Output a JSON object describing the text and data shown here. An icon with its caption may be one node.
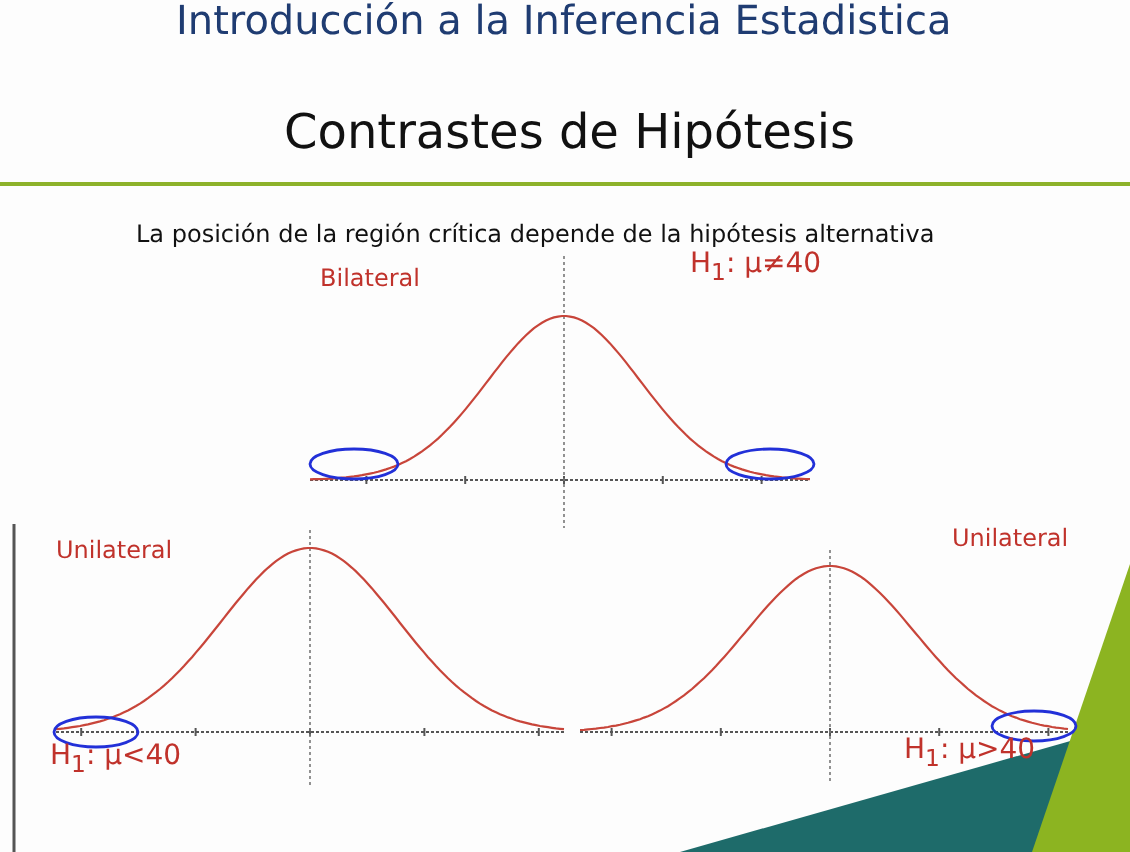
{
  "diagram": {
    "title": "Contrastes de Hipótesis",
    "labels": [
      "Introducción a la Inferencia Estadistica",
      "La posición de la región crítica depende de la hipótesis alternativa",
      "Bilateral",
      "H$_{1}$: μ≠40",
      "Unilateral",
      "Unilateral",
      "H$_{1}$: μ<40",
      "H$_{1}$: μ>40"
    ]
  }
}
